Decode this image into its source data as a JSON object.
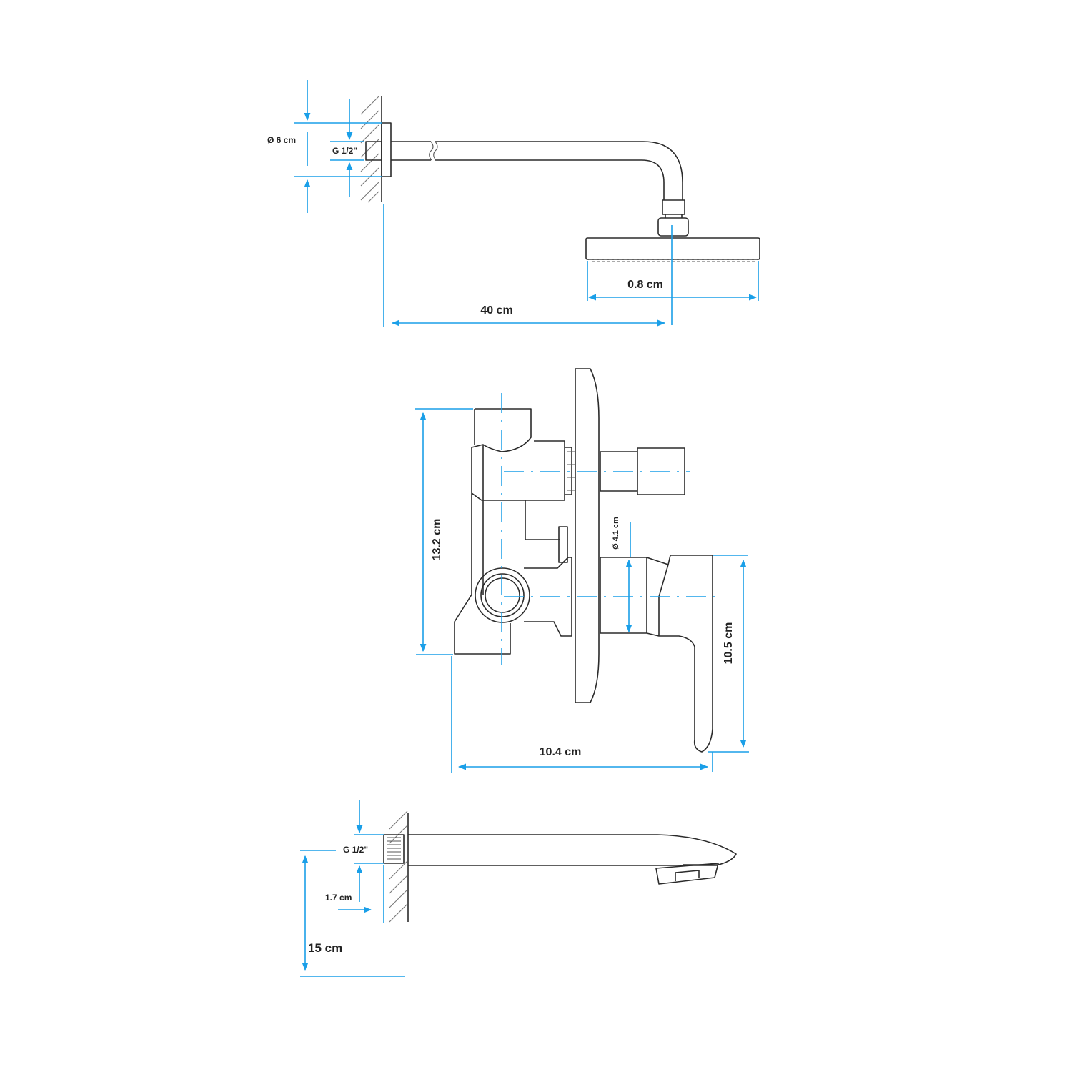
{
  "shower_arm": {
    "flange_diameter": "Ø 6 cm",
    "thread": "G 1/2\"",
    "arm_length": "40 cm",
    "head_dimension": "0.8 cm"
  },
  "mixer": {
    "body_height": "13.2 cm",
    "handle_diameter": "Ø 4.1 cm",
    "lever_height": "10.5 cm",
    "depth": "10.4 cm"
  },
  "spout": {
    "thread": "G 1/2\"",
    "wall_offset": "1.7 cm",
    "height": "15 cm"
  },
  "colors": {
    "dimension": "#1a9fe8",
    "outline": "#2b2b2b"
  }
}
